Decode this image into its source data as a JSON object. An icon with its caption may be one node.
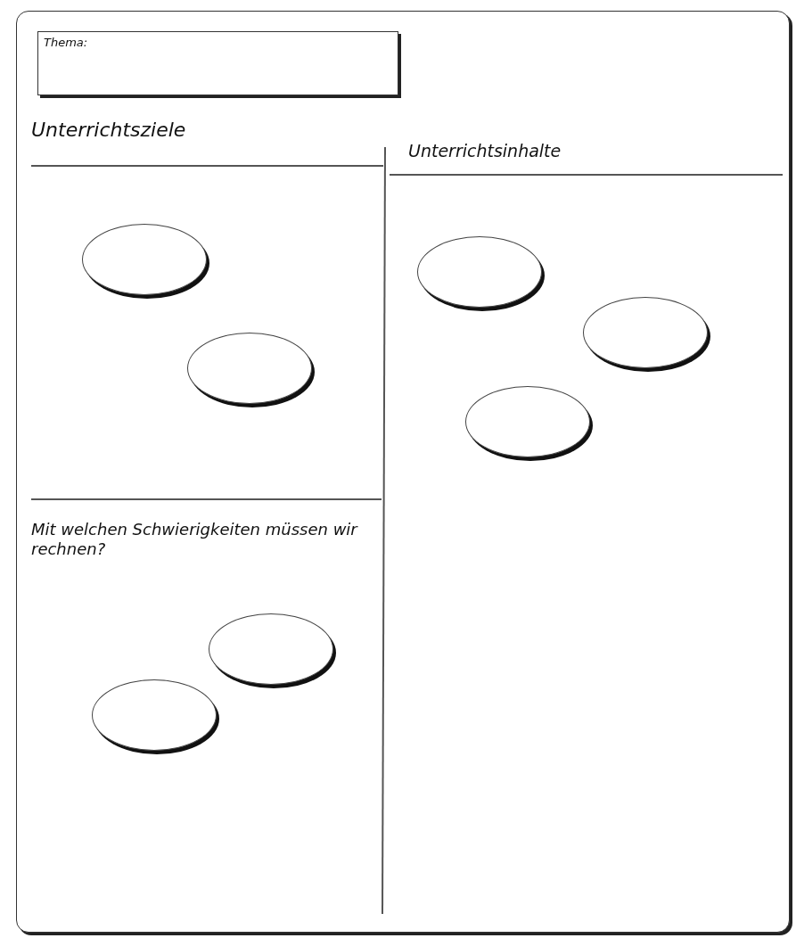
{
  "diagram": {
    "nodes": [
      {
        "text": [
          "Thema:"
        ]
      },
      {
        "text": [],
        "shape": "ellipse"
      },
      {
        "text": [],
        "shape": "ellipse"
      },
      {
        "text": [],
        "shape": "ellipse"
      },
      {
        "text": [],
        "shape": "ellipse"
      },
      {
        "text": [],
        "shape": "ellipse"
      },
      {
        "text": [],
        "shape": "ellipse"
      },
      {
        "text": [],
        "shape": "ellipse"
      }
    ],
    "labels": [
      "Unterrichtsziele",
      "Unterrichtsinhalte",
      "Mit welchen Schwierigkeiten müssen wir rechnen?"
    ]
  }
}
